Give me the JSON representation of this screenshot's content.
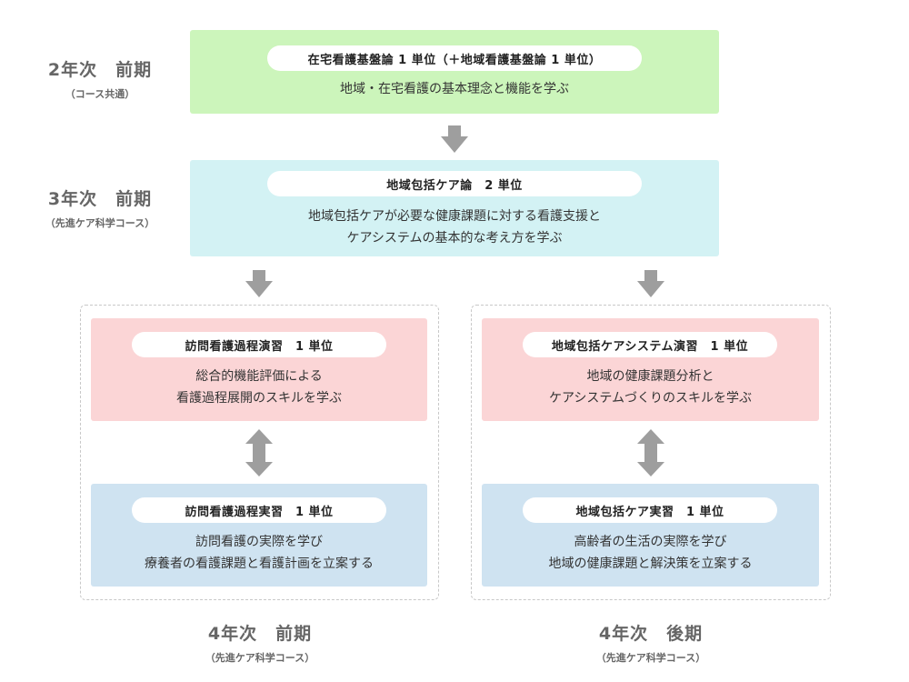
{
  "colors": {
    "green": "#ccf5bb",
    "cyan": "#d3f2f4",
    "pink": "#fbd5d6",
    "blue": "#cfe3f1",
    "arrow": "#9e9e9e",
    "label": "#666666"
  },
  "stages": {
    "year2": {
      "title": "2年次　前期",
      "sub": "（コース共通）"
    },
    "year3": {
      "title": "3年次　前期",
      "sub": "（先進ケア科学コース）"
    },
    "year4a": {
      "title": "4年次　前期",
      "sub": "（先進ケア科学コース）"
    },
    "year4b": {
      "title": "4年次　後期",
      "sub": "（先進ケア科学コース）"
    }
  },
  "boxes": {
    "b1": {
      "title": "在宅看護基盤論 1 単位（＋地域看護基盤論 1 単位）",
      "lines": [
        "地域・在宅看護の基本理念と機能を学ぶ"
      ]
    },
    "b2": {
      "title": "地域包括ケア論　2 単位",
      "lines": [
        "地域包括ケアが必要な健康課題に対する看護支援と",
        "ケアシステムの基本的な考え方を学ぶ"
      ]
    },
    "b3": {
      "title": "訪問看護過程演習　1 単位",
      "lines": [
        "総合的機能評価による",
        "看護過程展開のスキルを学ぶ"
      ]
    },
    "b4": {
      "title": "訪問看護過程実習　1 単位",
      "lines": [
        "訪問看護の実際を学び",
        "療養者の看護課題と看護計画を立案する"
      ]
    },
    "b5": {
      "title": "地域包括ケアシステム演習　1 単位",
      "lines": [
        "地域の健康課題分析と",
        "ケアシステムづくりのスキルを学ぶ"
      ]
    },
    "b6": {
      "title": "地域包括ケア実習　1 単位",
      "lines": [
        "高齢者の生活の実際を学び",
        "地域の健康課題と解決策を立案する"
      ]
    }
  }
}
